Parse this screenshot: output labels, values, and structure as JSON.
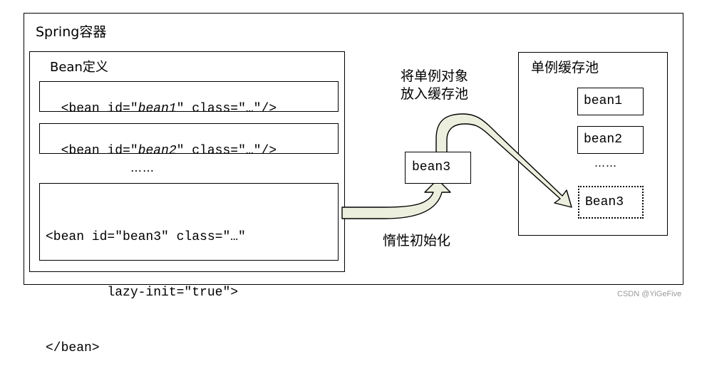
{
  "container": {
    "title": "Spring容器"
  },
  "bean_definitions": {
    "title": "Bean定义",
    "def1": {
      "pre": "<bean id=\"",
      "id": "bean1",
      "post": "\" class=\"…\"/>"
    },
    "def2": {
      "pre": "<bean id=\"",
      "id": "bean2",
      "post": "\" class=\"…\"/>"
    },
    "ellipsis": "……",
    "def3_lines": [
      "<bean id=\"bean3\" class=\"…\"",
      "        lazy-init=\"true\">",
      "</bean>"
    ]
  },
  "instance": {
    "label": "bean3"
  },
  "arrows": {
    "top_label_line1": "将单例对象",
    "top_label_line2": "放入缓存池",
    "bottom_label": "惰性初始化"
  },
  "cache_pool": {
    "title": "单例缓存池",
    "items": [
      "bean1",
      "bean2"
    ],
    "ellipsis": "……",
    "new_item": "Bean3"
  },
  "watermark": "CSDN @YiGeFive",
  "colors": {
    "arrow_fill": "#ecefdd",
    "border": "#000000"
  }
}
